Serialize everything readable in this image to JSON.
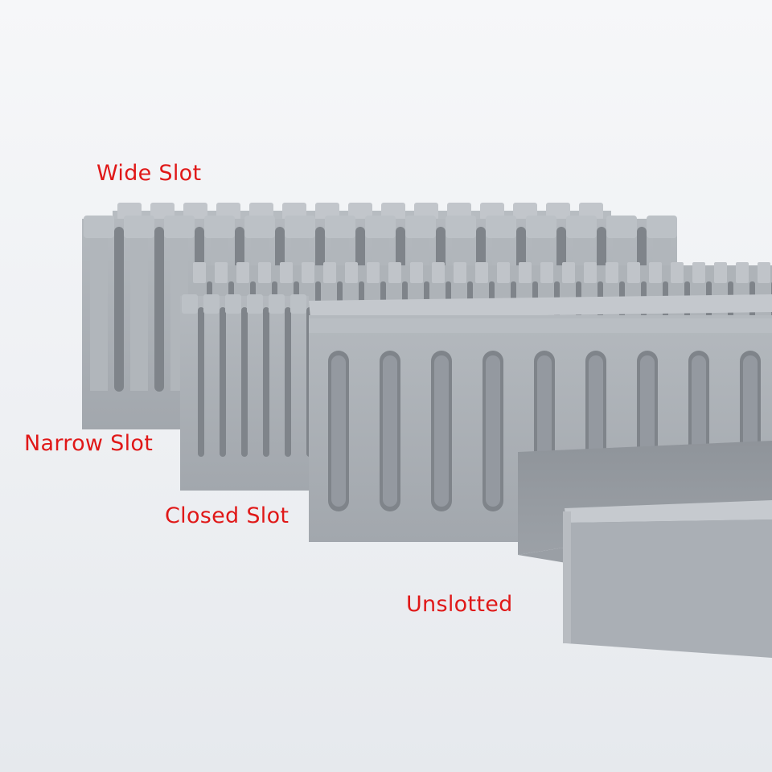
{
  "labels": {
    "wide_slot": "Wide Slot",
    "narrow_slot": "Narrow Slot",
    "closed_slot": "Closed Slot",
    "unslotted": "Unslotted"
  },
  "colors": {
    "label_text": "#e01818",
    "background": "#f1f3f6",
    "duct_face": "#a9aeb4",
    "duct_light": "#bcc1c6",
    "duct_shadow": "#8d9298",
    "slot_inner": "#7f848a"
  }
}
